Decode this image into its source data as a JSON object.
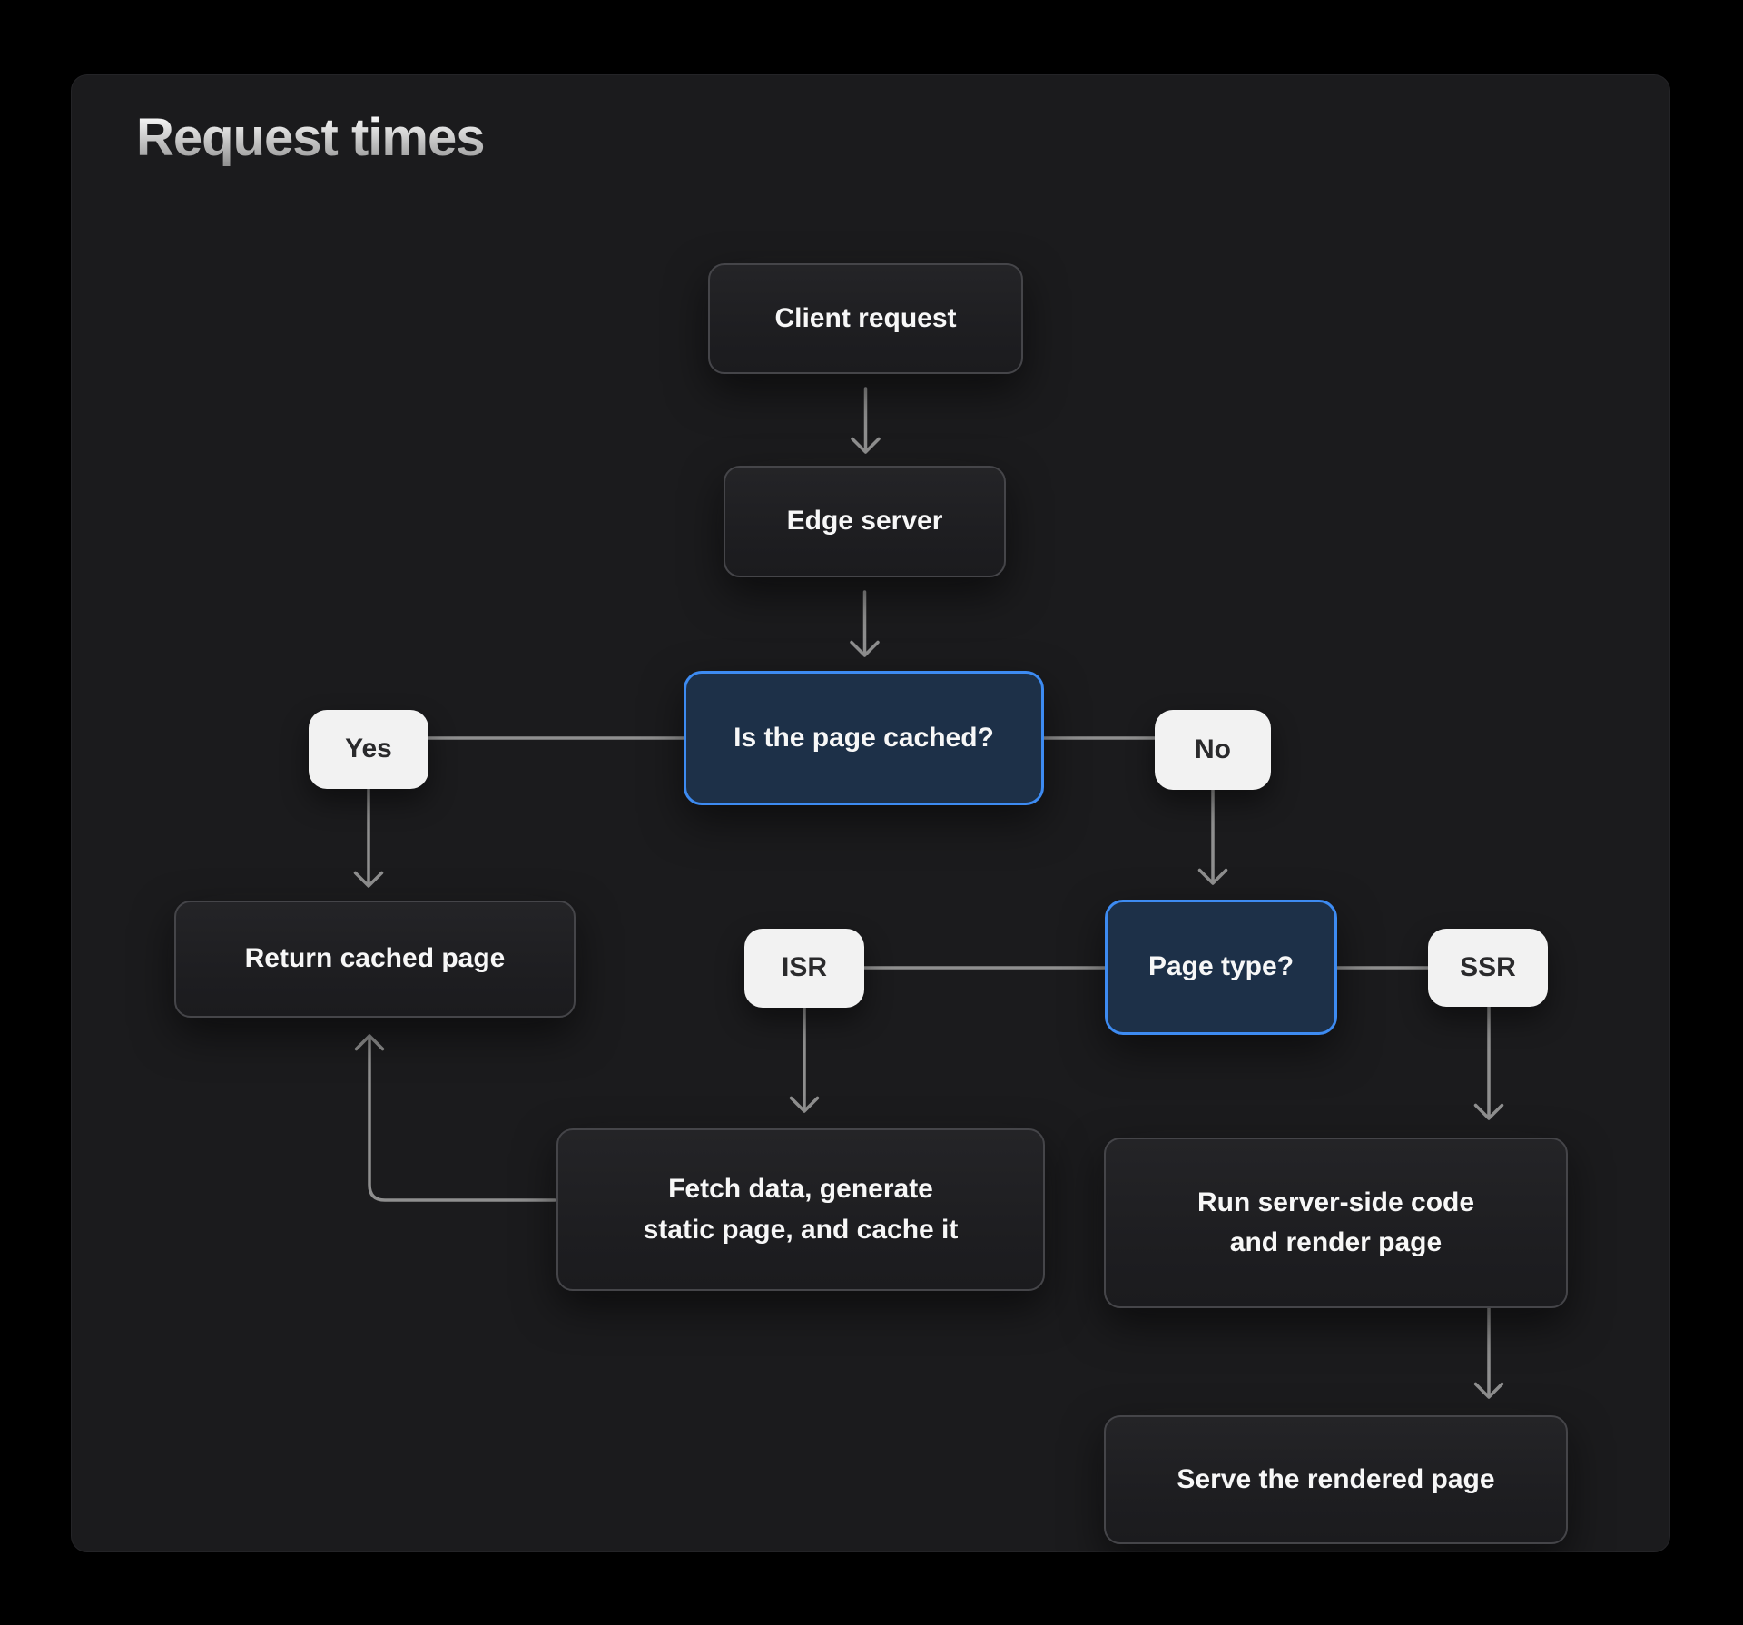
{
  "title": "Request times",
  "colors": {
    "background": "#000000",
    "panel": "#1b1b1d",
    "node_border": "#454549",
    "node_text": "#f7f7f7",
    "decision_bg": "#1d3048",
    "decision_border": "#3d8bf2",
    "label_bg": "#f2f2f2",
    "label_text": "#2a2a2c",
    "connector": "#8f8f8f",
    "title_top": "#ffffff",
    "title_bottom": "#8c8c8c"
  },
  "nodes": {
    "client_request": {
      "label": "Client request",
      "type": "process"
    },
    "edge_server": {
      "label": "Edge server",
      "type": "process"
    },
    "is_cached": {
      "label": "Is the page cached?",
      "type": "decision"
    },
    "yes": {
      "label": "Yes",
      "type": "branch-label"
    },
    "no": {
      "label": "No",
      "type": "branch-label"
    },
    "return_cached": {
      "label": "Return cached page",
      "type": "process"
    },
    "isr": {
      "label": "ISR",
      "type": "branch-label"
    },
    "page_type": {
      "label": "Page type?",
      "type": "decision"
    },
    "ssr": {
      "label": "SSR",
      "type": "branch-label"
    },
    "fetch_data": {
      "label": "Fetch data, generate\nstatic page, and cache it",
      "type": "process"
    },
    "run_server": {
      "label": "Run server-side code\nand render page",
      "type": "process"
    },
    "serve_rendered": {
      "label": "Serve the rendered page",
      "type": "process"
    }
  },
  "edges": [
    "client_request -> edge_server",
    "edge_server -> is_cached",
    "is_cached -> yes",
    "is_cached -> no",
    "yes -> return_cached",
    "no -> page_type",
    "page_type -> isr",
    "page_type -> ssr",
    "isr -> fetch_data",
    "ssr -> run_server",
    "run_server -> serve_rendered",
    "fetch_data -> return_cached"
  ]
}
